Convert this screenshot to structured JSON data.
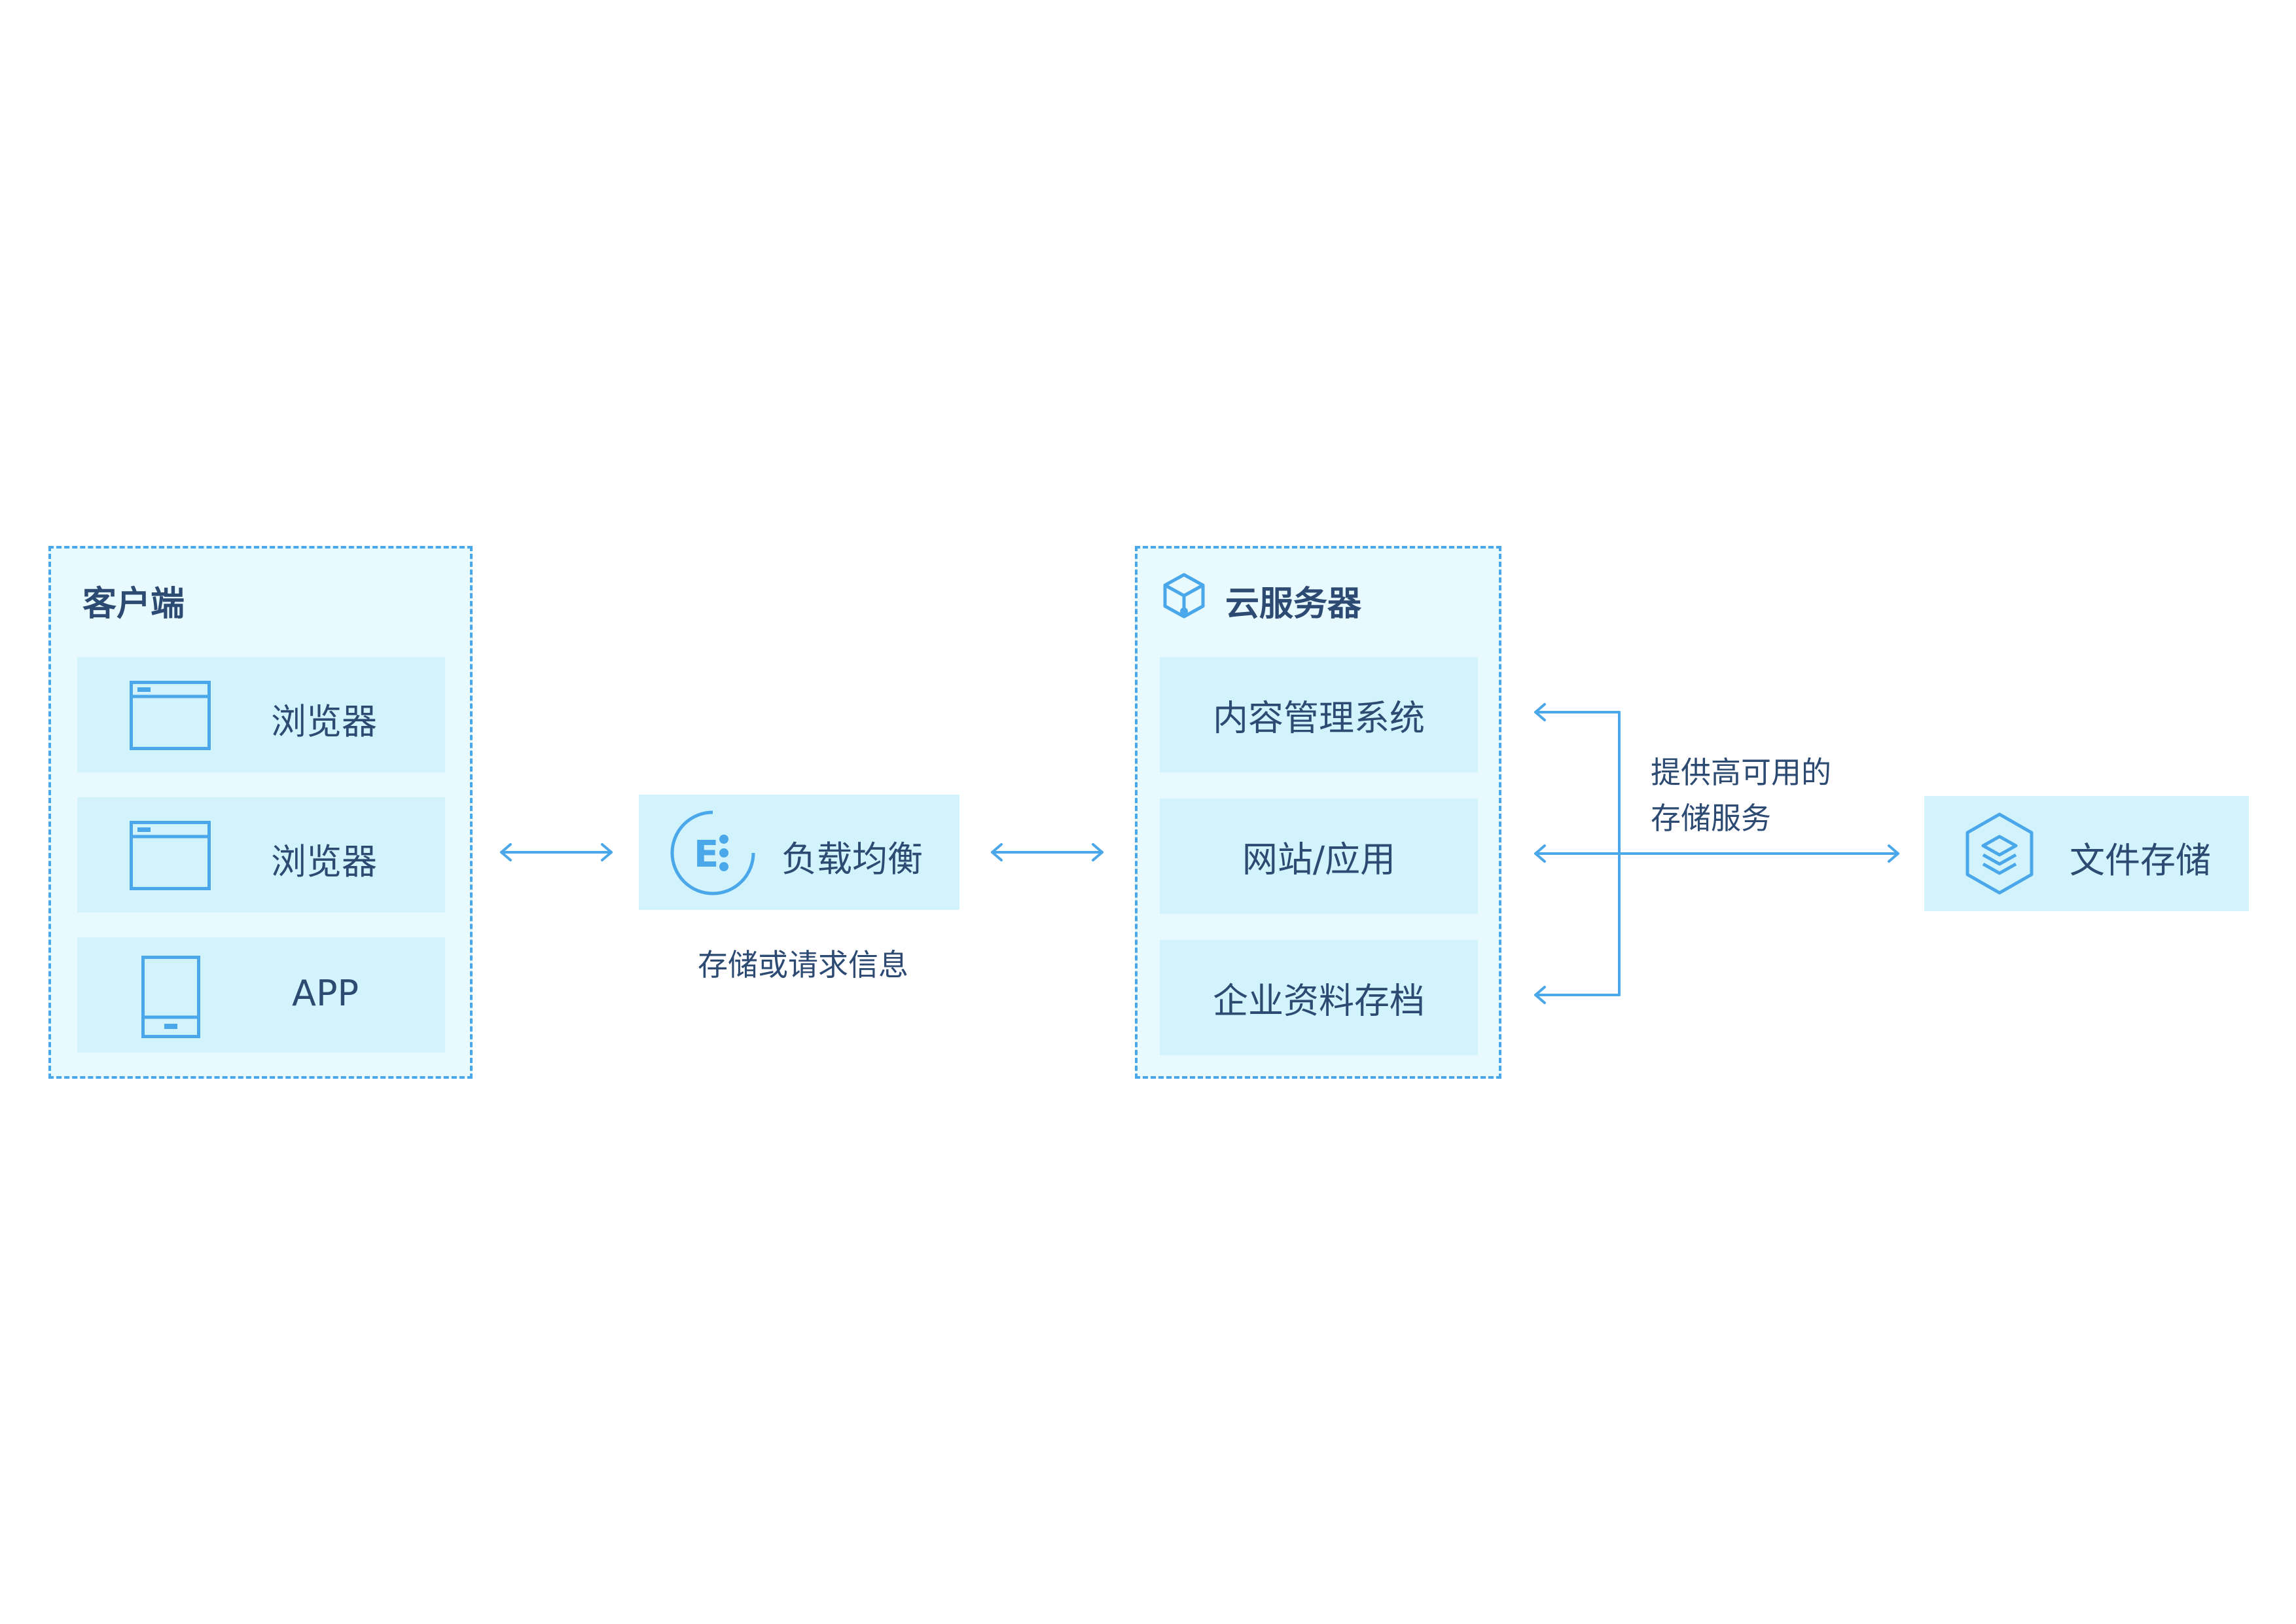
{
  "client": {
    "title": "客户端",
    "items": [
      {
        "label": "浏览器",
        "icon": "browser-window-icon"
      },
      {
        "label": "浏览器",
        "icon": "browser-window-icon"
      },
      {
        "label": "APP",
        "icon": "mobile-device-icon"
      }
    ]
  },
  "load_balancer": {
    "label": "负载均衡",
    "icon": "load-balancer-icon",
    "caption": "存储或请求信息"
  },
  "cloud_server": {
    "title": "云服务器",
    "icon": "cube-icon",
    "items": [
      {
        "label": "内容管理系统"
      },
      {
        "label": "网站/应用"
      },
      {
        "label": "企业资料存档"
      }
    ]
  },
  "storage_link": {
    "caption_line1": "提供高可用的",
    "caption_line2": "存储服务"
  },
  "file_storage": {
    "label": "文件存储",
    "icon": "layers-hexagon-icon"
  },
  "colors": {
    "accent": "#4aa8ea",
    "group_fill": "#e8fafd",
    "tile_fill": "#d2f3fb",
    "text": "#2c4a72"
  }
}
